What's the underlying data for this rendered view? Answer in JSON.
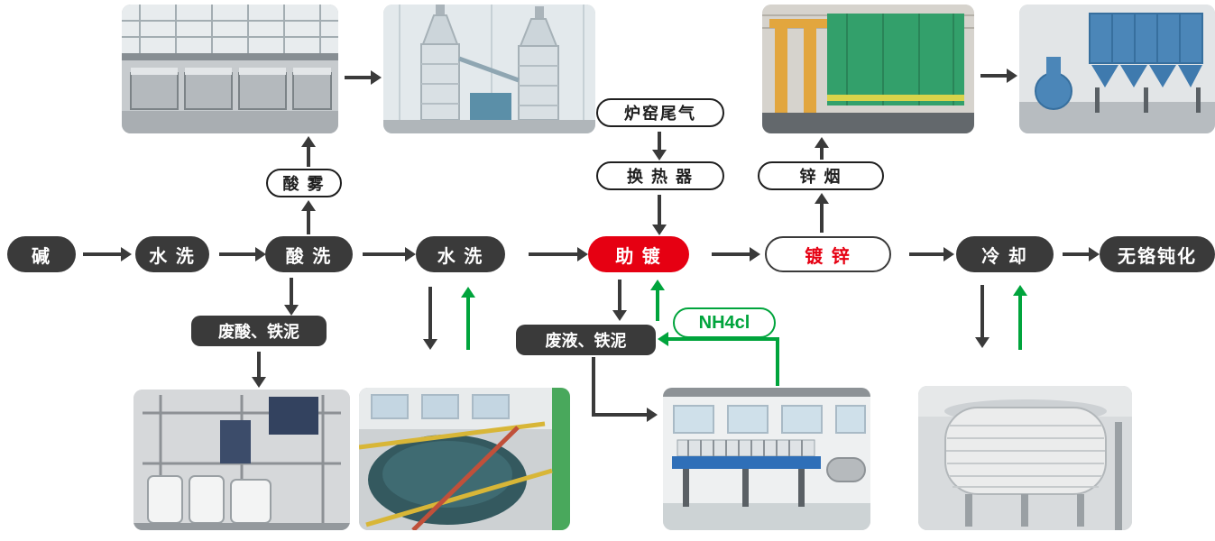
{
  "colors": {
    "dark": "#3a3a3a",
    "red": "#e60012",
    "green": "#00a43c"
  },
  "flow": [
    {
      "label": "碱"
    },
    {
      "label": "水 洗"
    },
    {
      "label": "酸 洗"
    },
    {
      "label": "水 洗"
    },
    {
      "label": "助 镀"
    },
    {
      "label": "镀 锌"
    },
    {
      "label": "冷 却"
    },
    {
      "label": "无铬钝化"
    }
  ],
  "labels": {
    "acid_mist": "酸 雾",
    "furnace_tail_gas": "炉窑尾气",
    "heat_exchanger": "换 热 器",
    "zinc_fume": "锌 烟",
    "nh4cl": "NH4cl",
    "waste_acid_iron_sludge": "废酸、铁泥",
    "waste_liquid_iron_sludge": "废液、铁泥"
  },
  "photos": [
    {
      "name": "pickling-workshop-photo"
    },
    {
      "name": "acid-mist-scrubber-photo"
    },
    {
      "name": "galvanizing-enclosure-photo"
    },
    {
      "name": "bag-dust-collector-photo"
    },
    {
      "name": "acid-recovery-unit-photo"
    },
    {
      "name": "rinse-water-tank-photo"
    },
    {
      "name": "filter-press-photo"
    },
    {
      "name": "cooling-tower-photo"
    }
  ],
  "connections": [
    {
      "from": "碱",
      "to": "水 洗"
    },
    {
      "from": "水 洗",
      "to": "酸 洗"
    },
    {
      "from": "酸 洗",
      "to": "水 洗"
    },
    {
      "from": "水 洗",
      "to": "助 镀"
    },
    {
      "from": "助 镀",
      "to": "镀 锌"
    },
    {
      "from": "镀 锌",
      "to": "冷 却"
    },
    {
      "from": "冷 却",
      "to": "无铬钝化"
    },
    {
      "from": "酸 洗",
      "to": "酸 雾",
      "dir": "up"
    },
    {
      "from": "酸 雾",
      "to": "酸雾处理设备",
      "dir": "up"
    },
    {
      "from": "炉窑尾气",
      "to": "换 热 器",
      "dir": "down"
    },
    {
      "from": "换 热 器",
      "to": "助 镀",
      "dir": "down"
    },
    {
      "from": "镀 锌",
      "to": "锌 烟",
      "dir": "up"
    },
    {
      "from": "酸 洗",
      "to": "废酸、铁泥",
      "dir": "down"
    },
    {
      "from": "助 镀",
      "to": "废液、铁泥",
      "dir": "down"
    },
    {
      "from": "NH4cl",
      "to": "废液、铁泥",
      "dir": "left",
      "color": "green"
    }
  ]
}
